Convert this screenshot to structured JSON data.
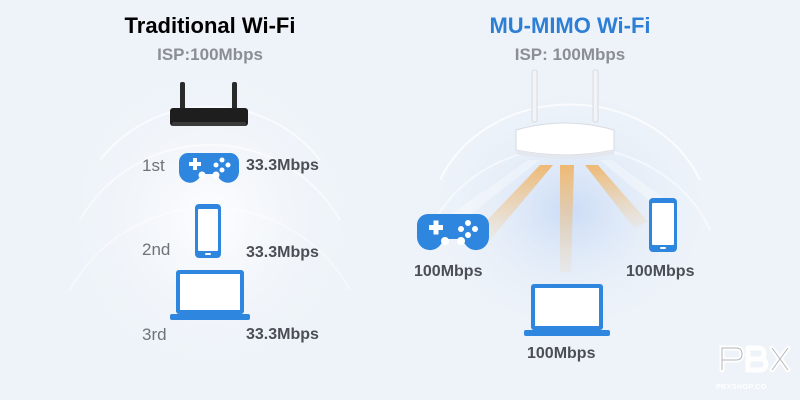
{
  "left": {
    "title": "Traditional Wi-Fi",
    "isp": "ISP:100Mbps",
    "devices": [
      {
        "rank": "1st",
        "speed": "33.3Mbps"
      },
      {
        "rank": "2nd",
        "speed": "33.3Mbps"
      },
      {
        "rank": "3rd",
        "speed": "33.3Mbps"
      }
    ]
  },
  "right": {
    "title": "MU-MIMO Wi-Fi",
    "isp": "ISP: 100Mbps",
    "devices": [
      {
        "speed": "100Mbps"
      },
      {
        "speed": "100Mbps"
      },
      {
        "speed": "100Mbps"
      }
    ]
  },
  "watermark": {
    "text": "PBXSHOP.CO"
  },
  "colors": {
    "title_left": "#1c1c1c",
    "title_right": "#2d7fd6",
    "device_blue": "#2e86de",
    "beam_orange": "#f5b45a",
    "text_gray": "#8b8f95"
  }
}
